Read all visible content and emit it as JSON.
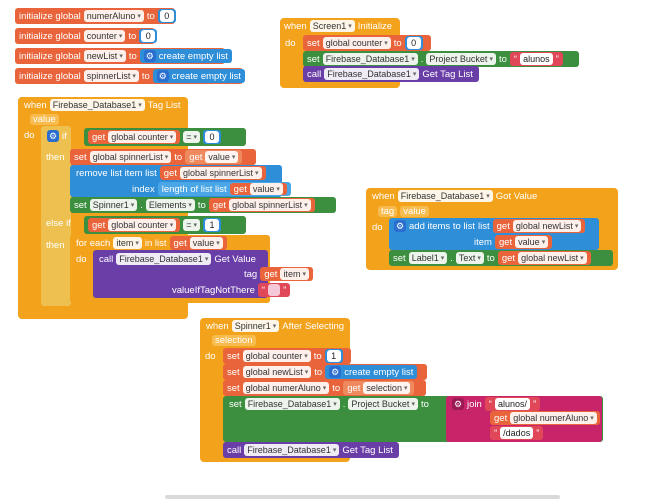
{
  "globals": [
    {
      "keyword": "initialize global",
      "name": "numerAluno",
      "to": "to",
      "value": "0"
    },
    {
      "keyword": "initialize global",
      "name": "counter",
      "to": "to",
      "value": "0"
    },
    {
      "keyword": "initialize global",
      "name": "newList",
      "to": "to",
      "value": "create empty list"
    },
    {
      "keyword": "initialize global",
      "name": "spinnerList",
      "to": "to",
      "value": "create empty list"
    }
  ],
  "screen_init": {
    "when": "when",
    "component": "Screen1",
    "event": "Initialize",
    "do": "do",
    "set": "set",
    "var": "global counter",
    "to": "to",
    "value": "0",
    "set2_component": "Firebase_Database1",
    "set2_prop": "Project Bucket",
    "set2_value": "alunos",
    "call": "call",
    "call_component": "Firebase_Database1",
    "call_method": "Get Tag List"
  },
  "taglist": {
    "when": "when",
    "component": "Firebase_Database1",
    "event": "Tag List",
    "param": "value",
    "do": "do",
    "if": "if",
    "get": "get",
    "counter": "global counter",
    "eq": "=",
    "zero": "0",
    "then": "then",
    "set": "set",
    "spinner_list": "global spinnerList",
    "to": "to",
    "value": "value",
    "remove": "remove list item  list",
    "index": "index",
    "length": "length of list  list",
    "spinner": "Spinner1",
    "elements": "Elements",
    "elseif": "else if",
    "one": "1",
    "foreach": "for each",
    "item": "item",
    "inlist": "in list",
    "call": "call",
    "db": "Firebase_Database1",
    "getvalue": "Get Value",
    "tag": "tag",
    "valuetag": "valueIfTagNotThere"
  },
  "gotvalue": {
    "when": "when",
    "component": "Firebase_Database1",
    "event": "Got Value",
    "p1": "tag",
    "p2": "value",
    "do": "do",
    "add": "add items to list",
    "list": "list",
    "get": "get",
    "newlist": "global newList",
    "item": "item",
    "value": "value",
    "set": "set",
    "label": "Label1",
    "text": "Text",
    "to": "to"
  },
  "spinner": {
    "when": "when",
    "component": "Spinner1",
    "event": "After Selecting",
    "param": "selection",
    "do": "do",
    "set": "set",
    "counter": "global counter",
    "to": "to",
    "one": "1",
    "newlist": "global newList",
    "empty": "create empty list",
    "numer": "global numerAluno",
    "get": "get",
    "selection": "selection",
    "db": "Firebase_Database1",
    "bucket": "Project Bucket",
    "join": "join",
    "s1": "alunos/",
    "numer2": "global numerAluno",
    "s2": "/dados",
    "call": "call",
    "method": "Get Tag List"
  }
}
